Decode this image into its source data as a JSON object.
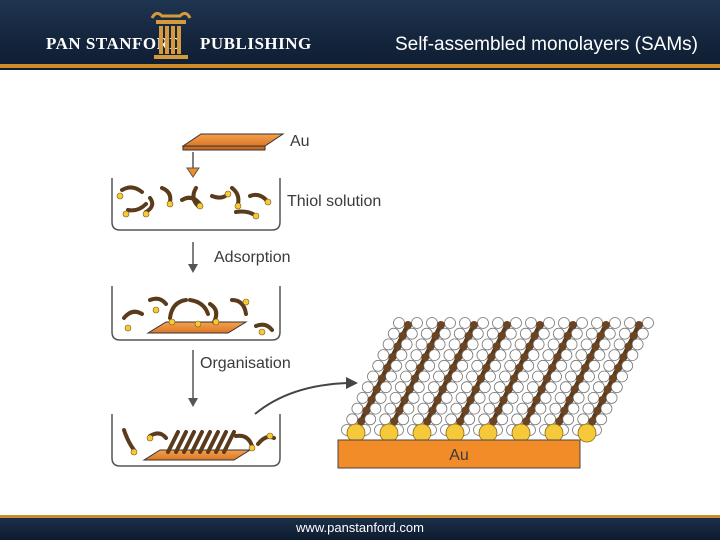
{
  "header": {
    "brand_left": "PAN STANFORD",
    "brand_right": "PUBLISHING",
    "title": "Self-assembled monolayers (SAMs)"
  },
  "diagram": {
    "labels": {
      "au_top": "Au",
      "thiol_solution": "Thiol solution",
      "adsorption": "Adsorption",
      "organisation": "Organisation",
      "au_substrate": "Au"
    }
  },
  "footer": {
    "url": "www.panstanford.com"
  },
  "colors": {
    "header_bg": "#13243b",
    "accent": "#cf8a2a",
    "gold_substrate": "#f28c28",
    "thiol_chain": "#5a3b1c",
    "head_group": "#f5c93a"
  }
}
